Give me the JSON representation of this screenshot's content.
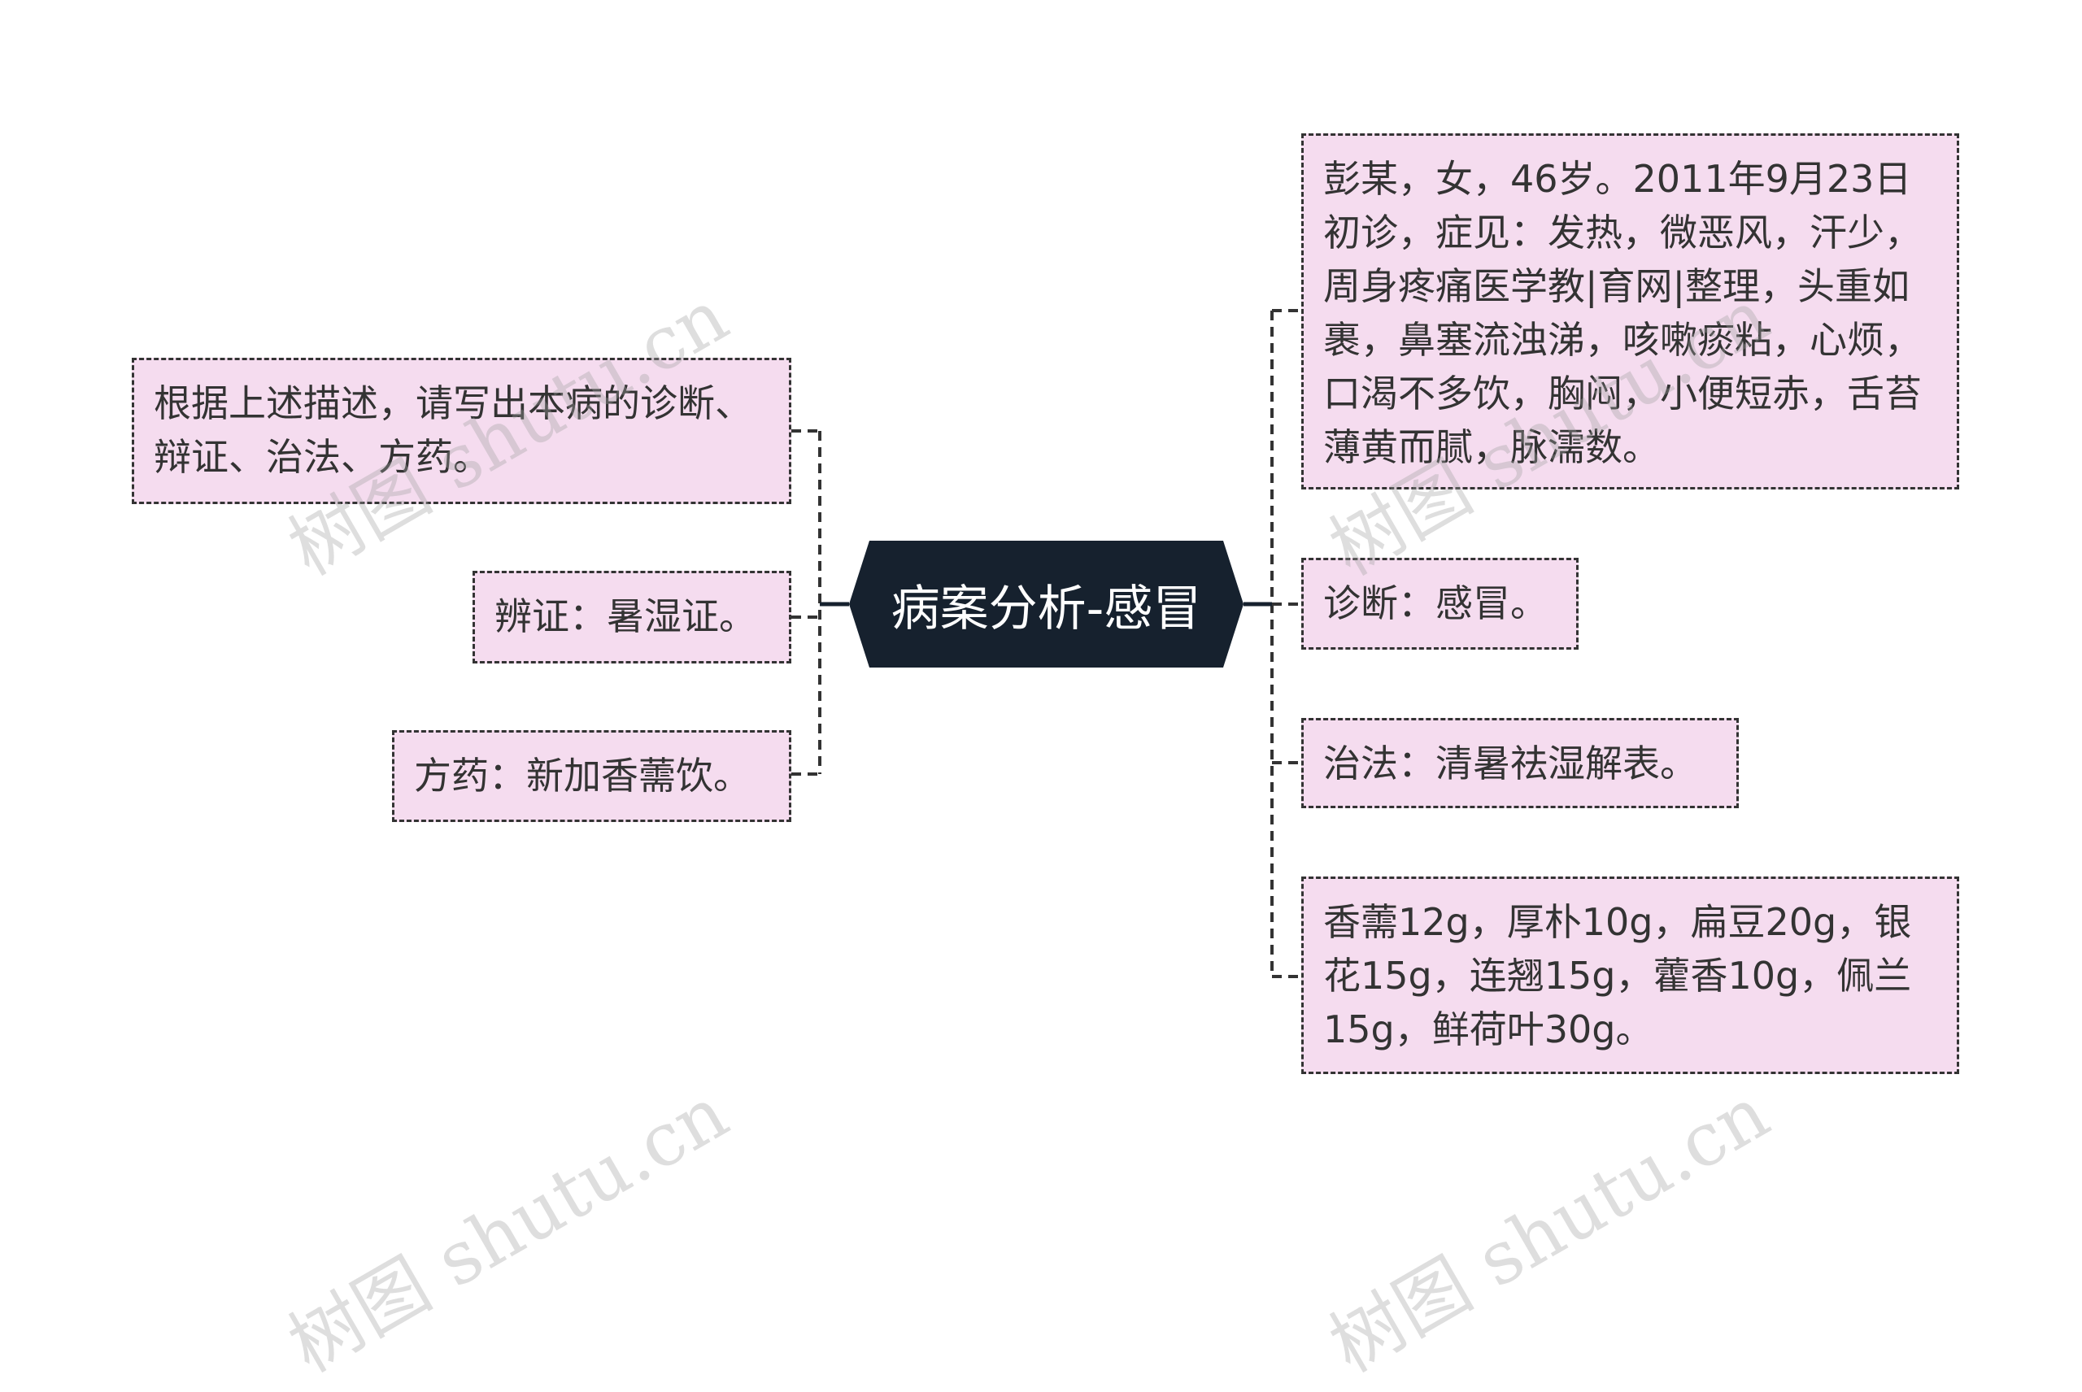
{
  "center": {
    "title": "病案分析-感冒",
    "color": "#16212e"
  },
  "left_nodes": [
    {
      "text": "根据上述描述，请写出本病的诊断、辩证、治法、方药。"
    },
    {
      "text": "辨证：暑湿证。"
    },
    {
      "text": "方药：新加香薷饮。"
    }
  ],
  "right_nodes": [
    {
      "text": "彭某，女，46岁。2011年9月23日初诊，症见：发热，微恶风，汗少，周身疼痛医学教|育网|整理，头重如裹，鼻塞流浊涕，咳嗽痰粘，心烦，口渴不多饮，胸闷，小便短赤，舌苔薄黄而腻，脉濡数。"
    },
    {
      "text": "诊断：感冒。"
    },
    {
      "text": "治法：清暑祛湿解表。"
    },
    {
      "text": "香薷12g，厚朴10g，扁豆20g，银花15g，连翘15g，藿香10g，佩兰15g，鲜荷叶30g。"
    }
  ],
  "node_fill": "#f5dcef",
  "watermark": "树图 shutu.cn"
}
